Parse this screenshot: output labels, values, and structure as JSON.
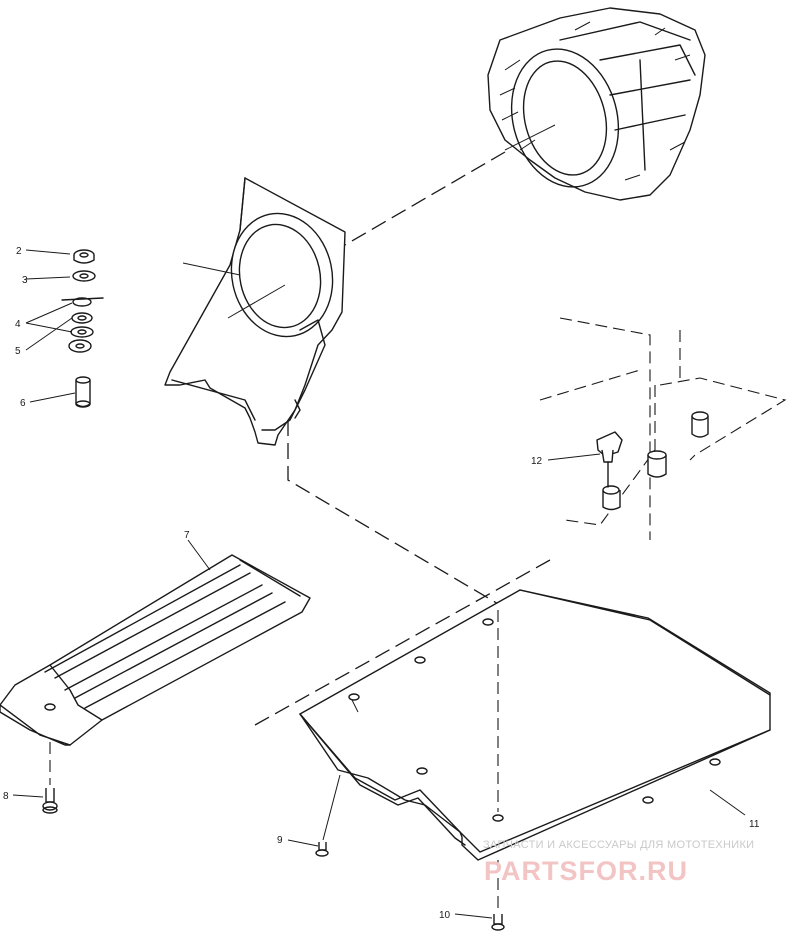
{
  "callouts": [
    {
      "id": "c1",
      "label": ""
    },
    {
      "id": "c2",
      "label": "2"
    },
    {
      "id": "c3",
      "label": "3"
    },
    {
      "id": "c4",
      "label": "4"
    },
    {
      "id": "c5",
      "label": "5"
    },
    {
      "id": "c6",
      "label": "6"
    },
    {
      "id": "c7",
      "label": "7"
    },
    {
      "id": "c8",
      "label": "8"
    },
    {
      "id": "c9",
      "label": "9"
    },
    {
      "id": "c10",
      "label": "10"
    },
    {
      "id": "c11",
      "label": "11"
    },
    {
      "id": "c12",
      "label": "12"
    }
  ],
  "watermark": {
    "line": "ЗАПЧАСТИ И АКСЕССУАРЫ ДЛЯ МОТОТЕХНИКИ",
    "brand": "PARTSFOR.RU",
    "brand_color": "#f2c4c4"
  }
}
